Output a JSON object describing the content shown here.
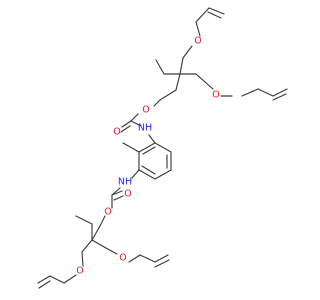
{
  "atom_labels": {
    "o_allyl_top": "O",
    "o_allyl_mid": "O",
    "o_ester_top": "O",
    "o_carbonyl_top": "O",
    "nh_top": "NH",
    "nh_bottom": "NH",
    "o_carbonyl_bottom": "O",
    "o_ester_bottom": "O",
    "o_allyl_bottom_right": "O",
    "o_allyl_bottom_left": "O"
  },
  "colors": {
    "bond": "#3a3a3a",
    "oxygen": "#e02020",
    "nitrogen": "#2a2aff",
    "background": "#ffffff"
  }
}
